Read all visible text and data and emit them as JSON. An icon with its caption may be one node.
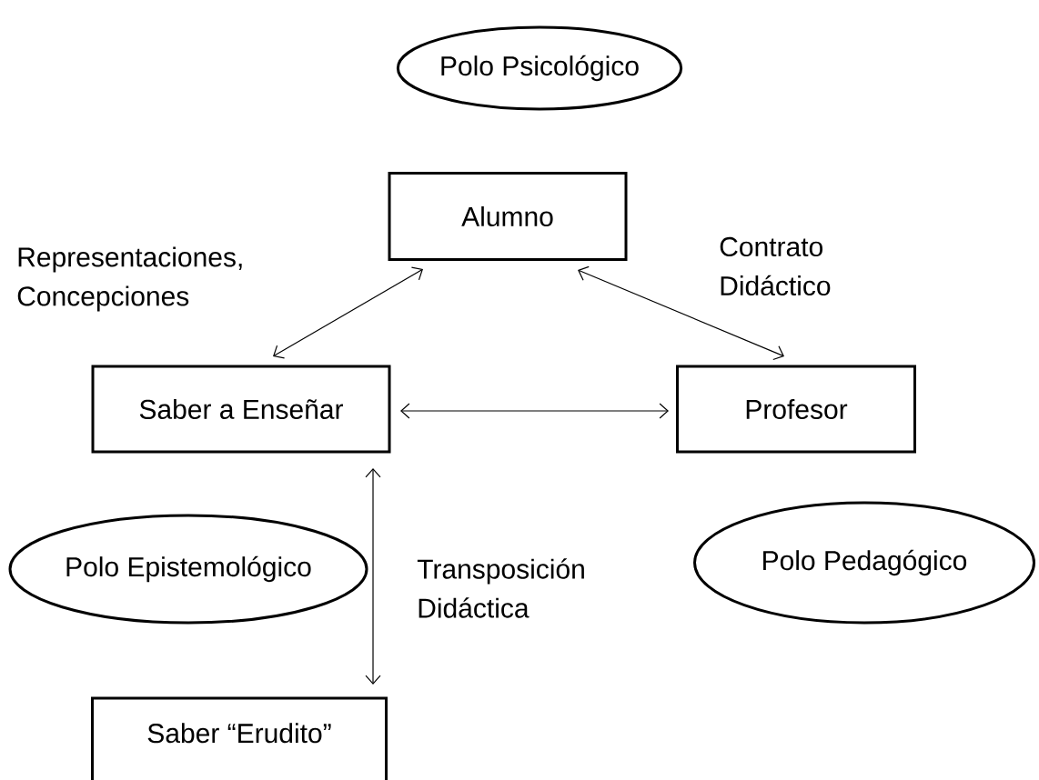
{
  "diagram": {
    "nodes": [
      {
        "text": [
          "Polo Psicológico"
        ]
      },
      {
        "text": [
          "Alumno"
        ]
      },
      {
        "text": [
          "Saber a Enseñar"
        ]
      },
      {
        "text": [
          "Profesor"
        ]
      },
      {
        "text": [
          "Polo Epistemológico"
        ]
      },
      {
        "text": [
          "Polo Pedagógico"
        ]
      },
      {
        "text": [
          "Saber “Erudito”"
        ]
      }
    ],
    "edges": [
      {
        "from": 2,
        "to": 1,
        "arrow": "both",
        "label": "Representaciones, Concepciones"
      },
      {
        "from": 1,
        "to": 3,
        "arrow": "both",
        "label": "Contrato Didáctico"
      },
      {
        "from": 2,
        "to": 3,
        "arrow": "both"
      },
      {
        "from": 2,
        "to": 6,
        "arrow": "both",
        "label": "Transposición Didáctica"
      }
    ]
  }
}
